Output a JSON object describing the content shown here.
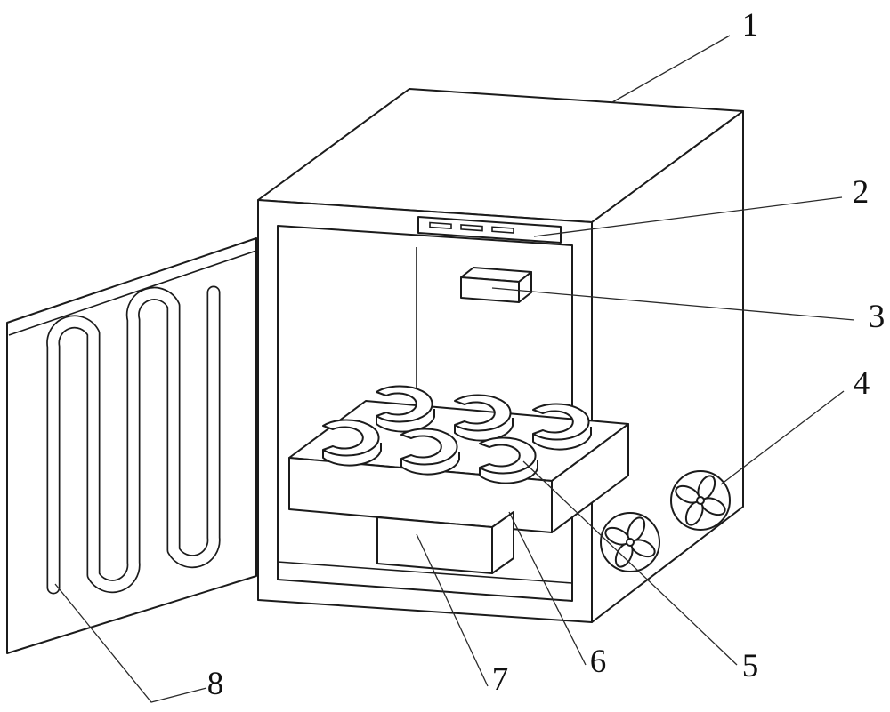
{
  "figure_labels": {
    "l1": "1",
    "l2": "2",
    "l3": "3",
    "l4": "4",
    "l5": "5",
    "l6": "6",
    "l7": "7",
    "l8": "8"
  },
  "palette": {
    "line_color": "#1b1b1b",
    "background": "#ffffff"
  }
}
